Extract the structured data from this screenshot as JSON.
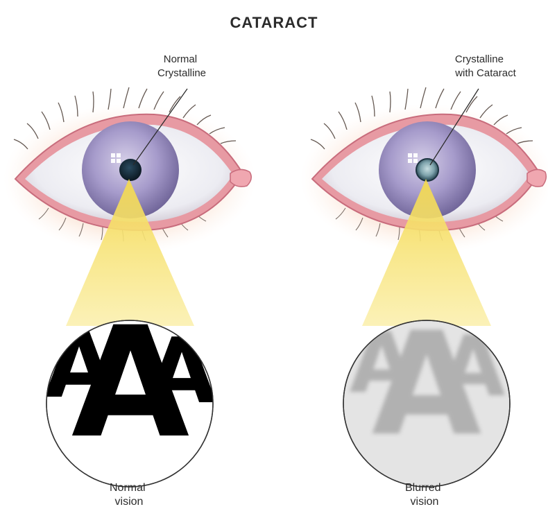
{
  "title": "CATARACT",
  "left_panel": {
    "pointer_label": [
      "Normal",
      "Crystalline"
    ],
    "vision_letters": [
      "A",
      "A",
      "A"
    ],
    "caption": [
      "Normal",
      "vision"
    ]
  },
  "right_panel": {
    "pointer_label": [
      "Crystalline",
      "with Cataract"
    ],
    "vision_letters": [
      "A",
      "A",
      "A"
    ],
    "caption": [
      "Blurred",
      "vision"
    ]
  },
  "colors": {
    "iris": "#9a8fc0",
    "pupil": "#0f2230",
    "cataract_lens": "#7fa4ad",
    "light_cone": "#f6df6a",
    "sharp_letters": "#000000",
    "blurred_letters": "#a8a8a8",
    "blurred_disc": "#e4e4e4"
  }
}
